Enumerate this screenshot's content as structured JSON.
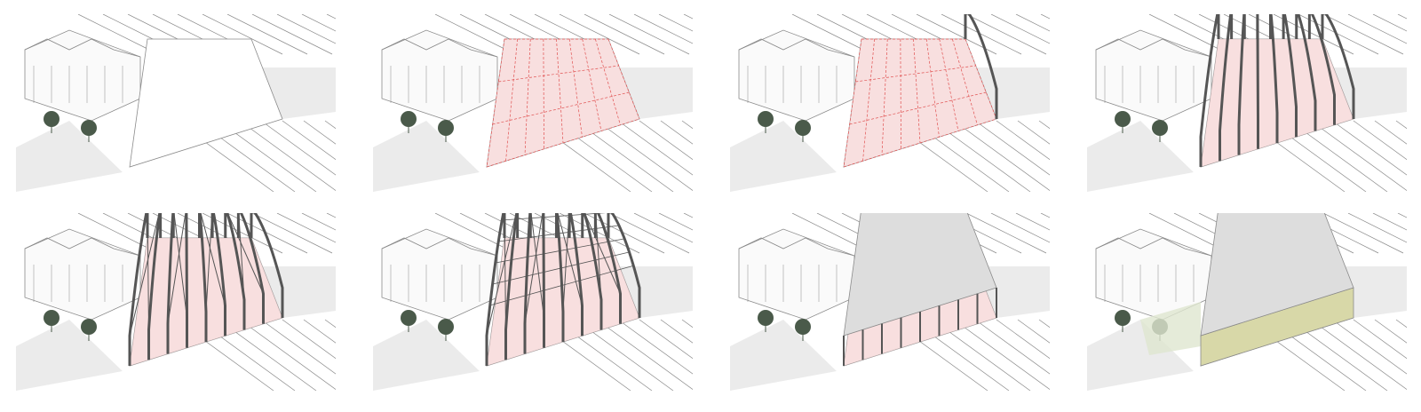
{
  "diagram": {
    "colors": {
      "line": "#8a8a8a",
      "ground": "#ebebeb",
      "site_pink": "#f6d4d4",
      "grid_red": "#e05050",
      "steel": "#555555",
      "roof": "#dddddd",
      "tree": "#4a5a4a",
      "stone": "#d8d8a8",
      "courtyard_green": "#dfe6cf"
    },
    "panels": [
      {
        "step": 1,
        "features": [
          "existing-site"
        ]
      },
      {
        "step": 2,
        "features": [
          "existing-site",
          "site-grid"
        ]
      },
      {
        "step": 3,
        "features": [
          "existing-site",
          "site-grid",
          "first-frame"
        ]
      },
      {
        "step": 4,
        "features": [
          "existing-site",
          "site-pink",
          "portal-frames"
        ]
      },
      {
        "step": 5,
        "features": [
          "existing-site",
          "site-pink",
          "portal-frames",
          "cross-bracing"
        ]
      },
      {
        "step": 6,
        "features": [
          "existing-site",
          "site-pink",
          "portal-frames",
          "cross-bracing",
          "purlins"
        ]
      },
      {
        "step": 7,
        "features": [
          "existing-site",
          "site-pink",
          "roof-cladding",
          "columns"
        ]
      },
      {
        "step": 8,
        "features": [
          "existing-site",
          "roof-cladding",
          "stone-wall",
          "courtyard"
        ]
      }
    ]
  }
}
